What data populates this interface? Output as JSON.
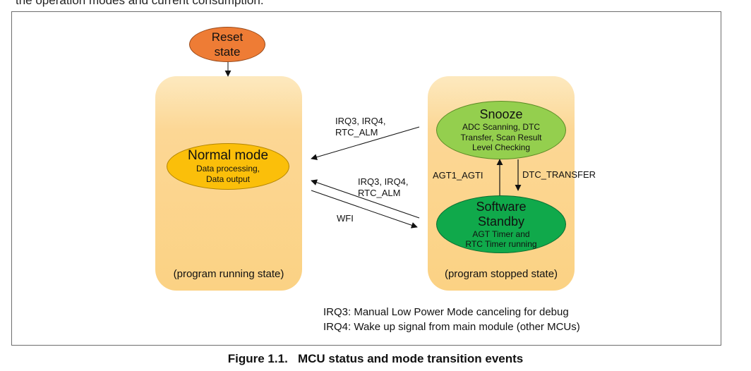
{
  "intro_text": "the operation modes and current consumption.",
  "figure": {
    "caption": "Figure 1.1.   MCU status and mode transition events"
  },
  "panels": {
    "running": {
      "label": "(program running state)"
    },
    "stopped": {
      "label": "(program stopped state)"
    }
  },
  "states": {
    "reset": {
      "line1": "Reset",
      "line2": "state"
    },
    "normal": {
      "title": "Normal mode",
      "line1": "Data processing,",
      "line2": "Data output"
    },
    "snooze": {
      "title": "Snooze",
      "line1": "ADC Scanning, DTC",
      "line2": "Transfer, Scan Result",
      "line3": "Level Checking"
    },
    "standby": {
      "title1": "Software",
      "title2": "Standby",
      "line1": "AGT Timer and",
      "line2": "RTC Timer running"
    }
  },
  "transitions": {
    "snooze_to_normal": {
      "line1": "IRQ3, IRQ4,",
      "line2": "RTC_ALM"
    },
    "standby_to_normal": {
      "line1": "IRQ3, IRQ4,",
      "line2": "RTC_ALM"
    },
    "normal_to_standby": {
      "label": "WFI"
    },
    "standby_to_snooze": {
      "label": "AGT1_AGTI"
    },
    "snooze_to_standby": {
      "label": "DTC_TRANSFER"
    }
  },
  "legend": {
    "irq3": "IRQ3: Manual Low Power Mode canceling for debug",
    "irq4": "IRQ4: Wake up signal from main module (other MCUs)"
  },
  "colors": {
    "panel": "#fbd284",
    "reset": "#ee7c35",
    "normal": "#fbbf0a",
    "snooze": "#94cf4e",
    "standby": "#10a94b"
  }
}
